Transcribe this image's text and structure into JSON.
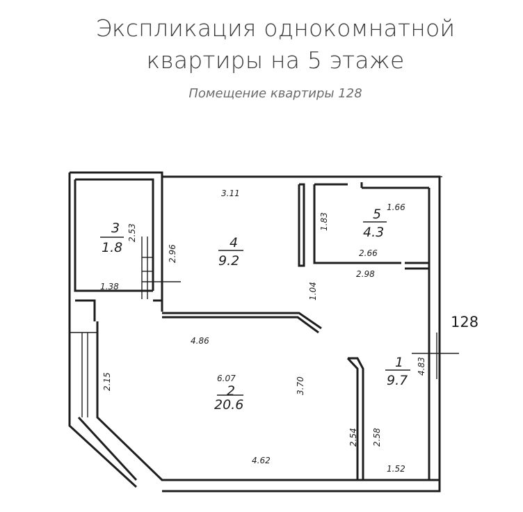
{
  "header": {
    "title_line1": "Экспликация однокомнатной",
    "title_line2": "квартиры на 5 этаже",
    "subtitle": "Помещение квартиры 128"
  },
  "plan": {
    "apartment_number": "128",
    "rooms": [
      {
        "number": "1",
        "area": "9.7"
      },
      {
        "number": "2",
        "area": "20.6"
      },
      {
        "number": "3",
        "area": "1.8"
      },
      {
        "number": "4",
        "area": "9.2"
      },
      {
        "number": "5",
        "area": "4.3"
      }
    ],
    "dimensions": {
      "d311": "3.11",
      "d183": "1.83",
      "d166": "1.66",
      "d266": "2.66",
      "d298": "2.98",
      "d253": "2.53",
      "d296": "2.96",
      "d138": "1.38",
      "d104": "1.04",
      "d486": "4.86",
      "d607": "6.07",
      "d370": "3.70",
      "d483": "4.83",
      "d215": "2.15",
      "d254": "2.54",
      "d258": "2.58",
      "d462": "4.62",
      "d152": "1.52"
    }
  }
}
